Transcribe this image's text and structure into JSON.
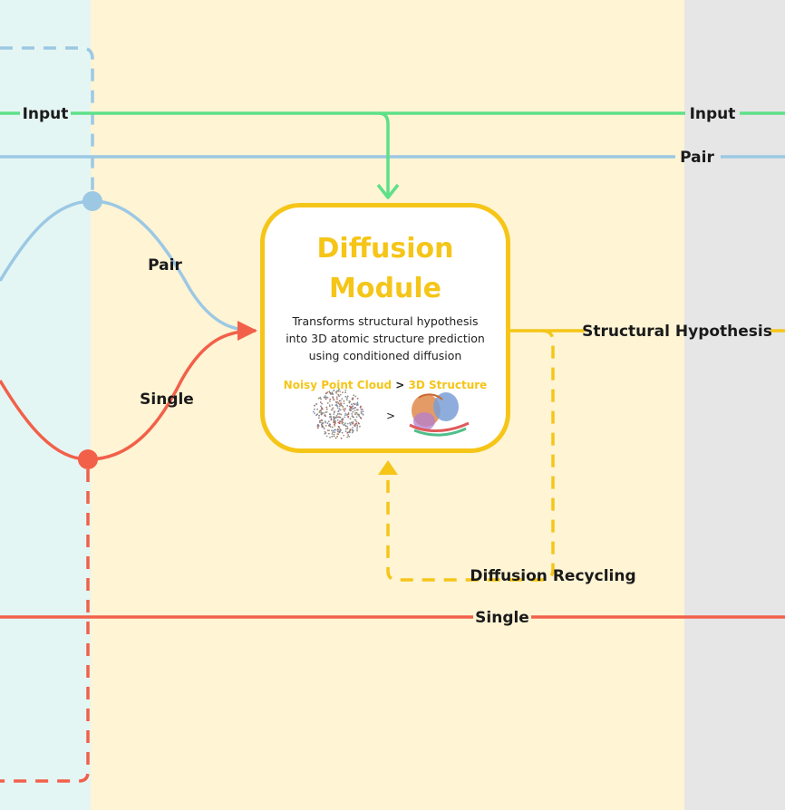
{
  "colors": {
    "left_panel": "#e4f6f4",
    "middle_panel": "#fff4d4",
    "right_panel": "#e6e6e6",
    "input_green": "#5ee088",
    "pair_blue": "#9cc8e4",
    "single_red": "#f2604a",
    "module_yellow": "#f5c518"
  },
  "labels": {
    "input_left": "Input",
    "input_right": "Input",
    "pair_right": "Pair",
    "pair_curve": "Pair",
    "single_curve": "Single",
    "single_bottom": "Single",
    "structural_hypothesis": "Structural Hypothesis",
    "diffusion_recycling": "Diffusion Recycling"
  },
  "module": {
    "title_line1": "Diffusion",
    "title_line2": "Module",
    "desc_line1": "Transforms structural hypothesis",
    "desc_line2": "into 3D atomic structure prediction",
    "desc_line3": "using conditioned diffusion",
    "legend_from": "Noisy Point Cloud",
    "legend_sep": ">",
    "legend_to": "3D Structure",
    "thumb_sep": ">"
  },
  "icons": {
    "noisy_cloud": "noisy-point-cloud-icon",
    "structure": "protein-structure-icon"
  }
}
